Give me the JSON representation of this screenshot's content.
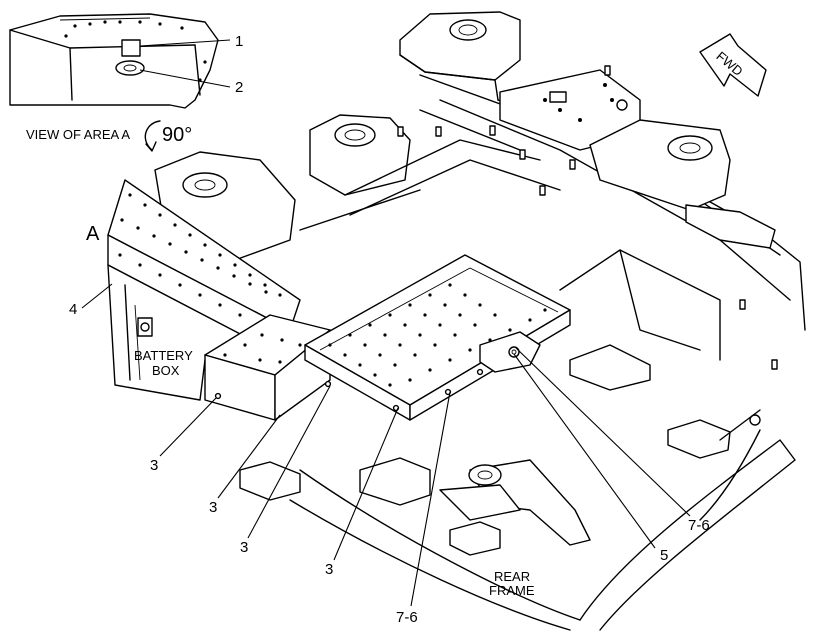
{
  "view_label": "VIEW OF AREA A",
  "rotation_label": "90°",
  "area_marker": "A",
  "fwd_label": "FWD",
  "battery_box_label": [
    "BATTERY",
    "BOX"
  ],
  "rear_frame_label": [
    "REAR",
    "FRAME"
  ],
  "callouts": {
    "c1": "1",
    "c2": "2",
    "c3a": "3",
    "c3b": "3",
    "c3c": "3",
    "c3d": "3",
    "c4": "4",
    "c5": "5",
    "c76a": "7-6",
    "c76b": "7-6"
  }
}
